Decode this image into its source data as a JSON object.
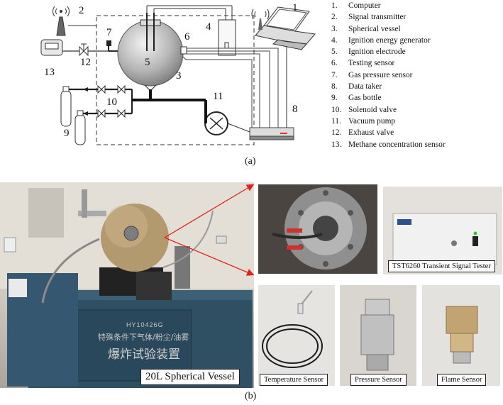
{
  "diagram": {
    "numbers": [
      "1",
      "2",
      "3",
      "4",
      "5",
      "6",
      "7",
      "8",
      "9",
      "10",
      "11",
      "12",
      "13"
    ],
    "caption": "(a)"
  },
  "legend": [
    {
      "num": "1.",
      "label": "Computer"
    },
    {
      "num": "2.",
      "label": "Signal transmitter"
    },
    {
      "num": "3.",
      "label": "Spherical vessel"
    },
    {
      "num": "4.",
      "label": "Ignition energy generator"
    },
    {
      "num": "5.",
      "label": "Ignition electrode"
    },
    {
      "num": "6.",
      "label": "Testing sensor"
    },
    {
      "num": "7.",
      "label": "Gas pressure sensor"
    },
    {
      "num": "8.",
      "label": "Data taker"
    },
    {
      "num": "9.",
      "label": "Gas bottle"
    },
    {
      "num": "10.",
      "label": "Solenoid valve"
    },
    {
      "num": "11.",
      "label": "Vacuum pump"
    },
    {
      "num": "12.",
      "label": "Exhaust valve"
    },
    {
      "num": "13.",
      "label": "Methane concentration sensor"
    }
  ],
  "photos": {
    "main_label": "20L Spherical Vessel",
    "device_plate": "HY10426G",
    "device_text1": "特殊条件下气体/粉尘/油雾",
    "device_text2": "爆炸试验装置",
    "tester_label": "TST6260 Transient Signal Tester",
    "temperature_label": "Temperature Sensor",
    "pressure_label": "Pressure Sensor",
    "flame_label": "Flame Sensor"
  },
  "caption_b": "(b)",
  "colors": {
    "arrow": "#e0201c",
    "cabinet": "#2f4f63",
    "sphere": "#b39a6e"
  }
}
